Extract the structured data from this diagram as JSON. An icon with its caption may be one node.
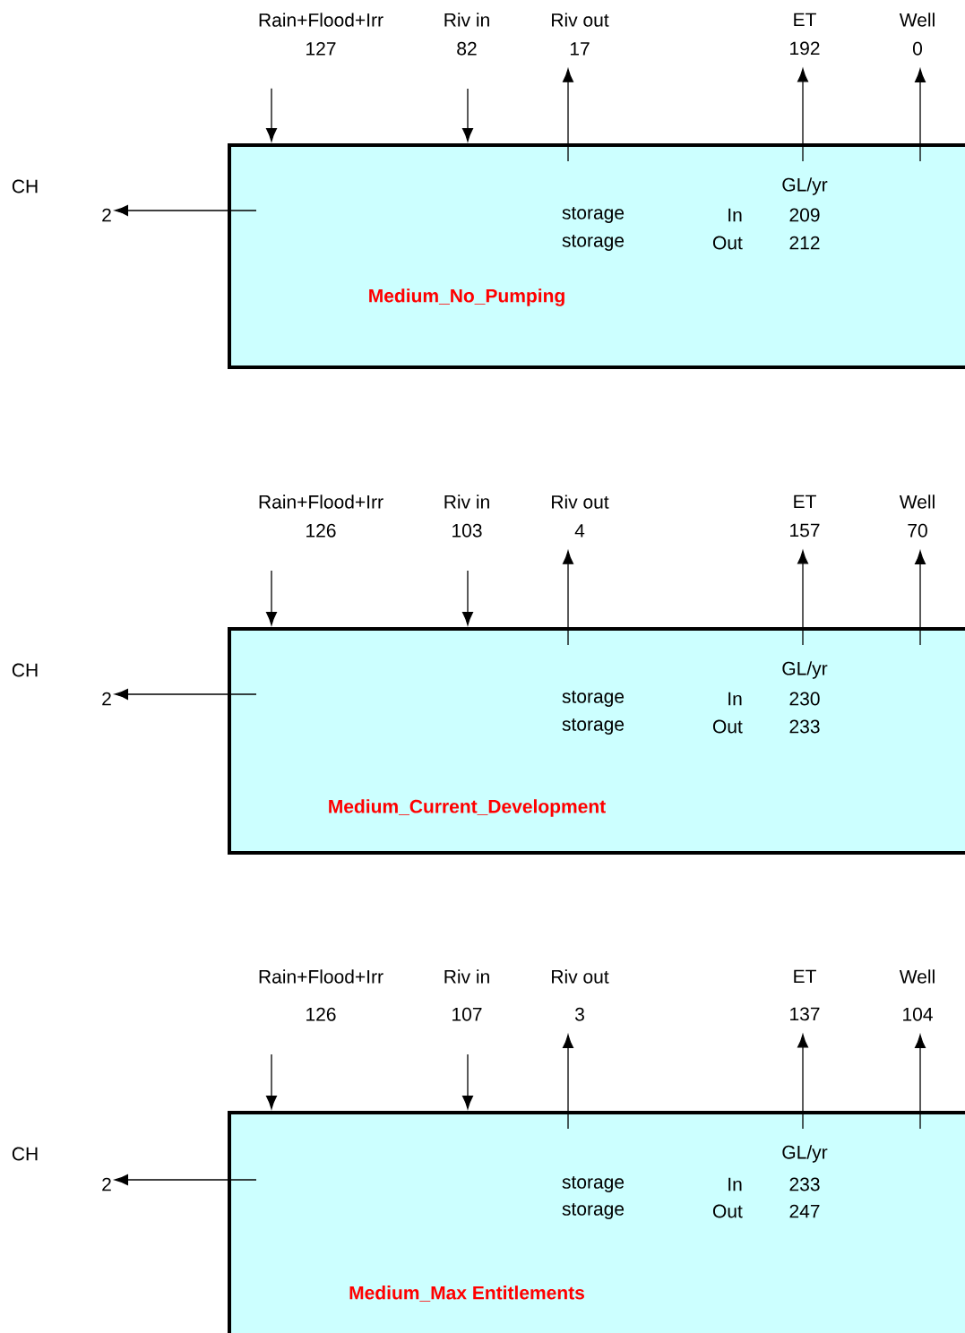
{
  "diagram": {
    "nodes": [
      {
        "text": [
          "Rain+Flood+Irr",
          "127"
        ]
      },
      {
        "text": [
          "Riv in",
          "82"
        ]
      },
      {
        "text": [
          "Riv out",
          "17"
        ]
      },
      {
        "text": [
          "ET",
          "192"
        ]
      },
      {
        "text": [
          "Well",
          "0"
        ]
      },
      {
        "text": [
          "GL/yr",
          "storage",
          "In",
          "209",
          "storage",
          "Out",
          "212",
          "Medium_No_Pumping"
        ]
      },
      {
        "text": [
          "2"
        ]
      },
      {
        "text": [
          "Rain+Flood+Irr",
          "126"
        ]
      },
      {
        "text": [
          "Riv in",
          "103"
        ]
      },
      {
        "text": [
          "Riv out",
          "4"
        ]
      },
      {
        "text": [
          "ET",
          "157"
        ]
      },
      {
        "text": [
          "Well",
          "70"
        ]
      },
      {
        "text": [
          "GL/yr",
          "storage",
          "In",
          "230",
          "storage",
          "Out",
          "233",
          "Medium_Current_Development"
        ]
      },
      {
        "text": [
          "2"
        ]
      },
      {
        "text": [
          "Rain+Flood+Irr",
          "126"
        ]
      },
      {
        "text": [
          "Riv in",
          "107"
        ]
      },
      {
        "text": [
          "Riv out",
          "3"
        ]
      },
      {
        "text": [
          "ET",
          "137"
        ]
      },
      {
        "text": [
          "Well",
          "104"
        ]
      },
      {
        "text": [
          "GL/yr",
          "storage",
          "In",
          "233",
          "storage",
          "Out",
          "247",
          "Medium_Max Entitlements"
        ]
      },
      {
        "text": [
          "2"
        ]
      }
    ],
    "edges": [
      {
        "from": 0,
        "to": 5,
        "arrow": "to"
      },
      {
        "from": 1,
        "to": 5,
        "arrow": "to"
      },
      {
        "from": 5,
        "to": 2,
        "arrow": "to"
      },
      {
        "from": 5,
        "to": 3,
        "arrow": "to"
      },
      {
        "from": 5,
        "to": 4,
        "arrow": "to"
      },
      {
        "from": 5,
        "to": 6,
        "arrow": "to"
      },
      {
        "from": 7,
        "to": 12,
        "arrow": "to"
      },
      {
        "from": 8,
        "to": 12,
        "arrow": "to"
      },
      {
        "from": 12,
        "to": 9,
        "arrow": "to"
      },
      {
        "from": 12,
        "to": 10,
        "arrow": "to"
      },
      {
        "from": 12,
        "to": 11,
        "arrow": "to"
      },
      {
        "from": 12,
        "to": 13,
        "arrow": "to"
      },
      {
        "from": 14,
        "to": 19,
        "arrow": "to"
      },
      {
        "from": 15,
        "to": 19,
        "arrow": "to"
      },
      {
        "from": 19,
        "to": 16,
        "arrow": "to"
      },
      {
        "from": 19,
        "to": 17,
        "arrow": "to"
      },
      {
        "from": 19,
        "to": 18,
        "arrow": "to"
      },
      {
        "from": 19,
        "to": 20,
        "arrow": "to"
      }
    ],
    "labels": [
      "CH",
      "CH",
      "CH"
    ]
  }
}
